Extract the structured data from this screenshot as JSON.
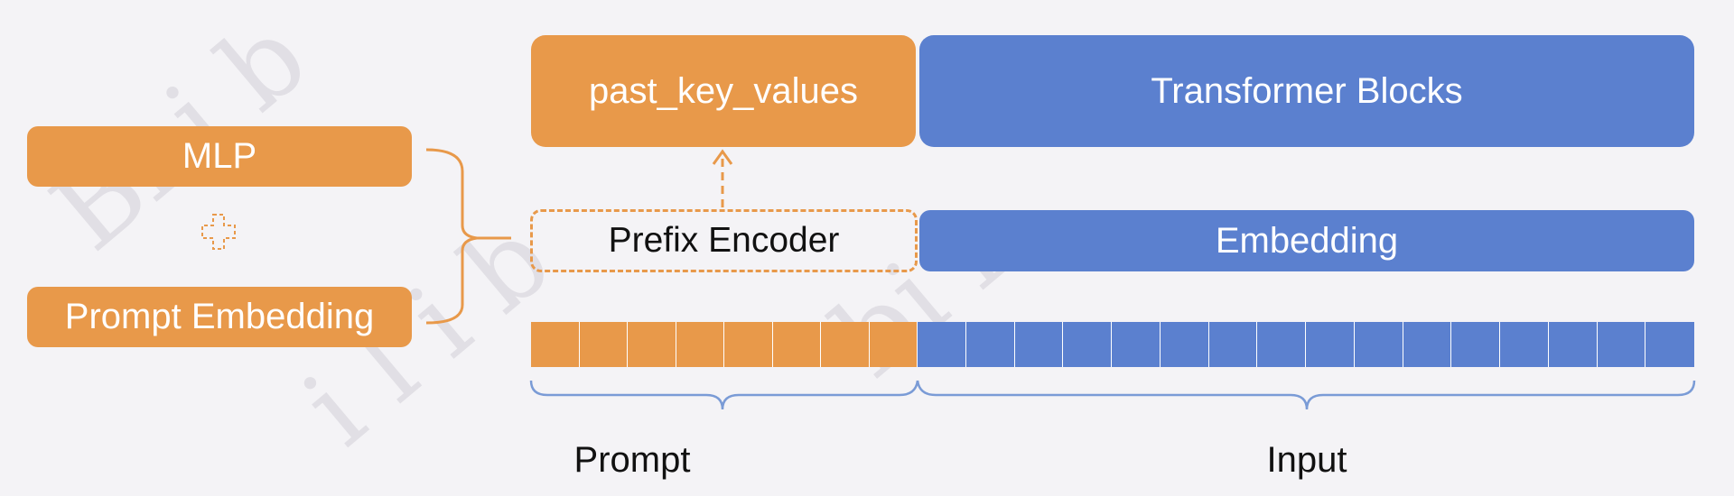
{
  "diagram": {
    "title": "",
    "nodes": {
      "past_key_values": "past_key_values",
      "transformer_blocks": "Transformer Blocks",
      "mlp": "MLP",
      "prompt_embedding": "Prompt Embedding",
      "prefix_encoder": "Prefix Encoder",
      "embedding": "Embedding"
    },
    "captions": {
      "prompt": "Prompt",
      "input": "Input"
    },
    "token_row": {
      "prompt_tokens": 8,
      "input_tokens": 16
    },
    "edges": [
      {
        "from": "prefix_encoder",
        "to": "past_key_values",
        "style": "dashed-arrow"
      },
      {
        "from": "mlp",
        "to": "prefix_encoder",
        "style": "brace"
      },
      {
        "from": "prompt_embedding",
        "to": "prefix_encoder",
        "style": "brace"
      }
    ],
    "colors": {
      "prompt_orange": "#e8994a",
      "input_blue": "#5b80cf",
      "brace_blue": "#7a9bd6",
      "background": "#f4f3f6"
    }
  },
  "watermark": "Bilibili"
}
